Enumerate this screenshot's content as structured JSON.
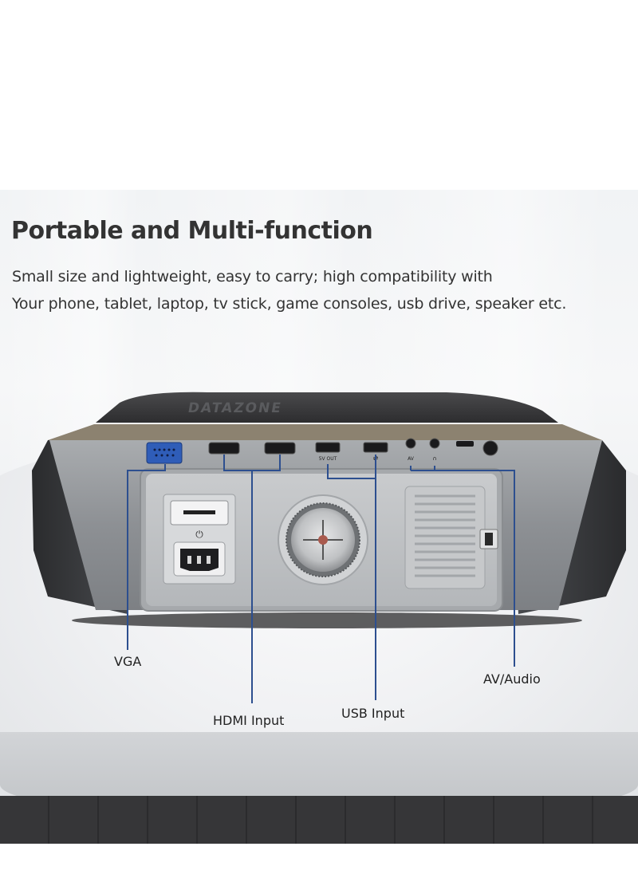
{
  "headline": "Portable and Multi-function",
  "subtitle_line1": "Small size and lightweight, easy to carry; high compatibility with",
  "subtitle_line2": "Your phone, tablet, laptop, tv stick, game consoles, usb drive, speaker etc.",
  "brand": "DATAZONE",
  "port_text": {
    "usb_5v": "5V OUT",
    "av": "AV"
  },
  "labels": {
    "vga": "VGA",
    "hdmi": "HDMI Input",
    "usb": "USB Input",
    "av_audio": "AV/Audio"
  },
  "colors": {
    "callout_line": "#2d4f8f",
    "vga_port": "#2f5db8"
  }
}
